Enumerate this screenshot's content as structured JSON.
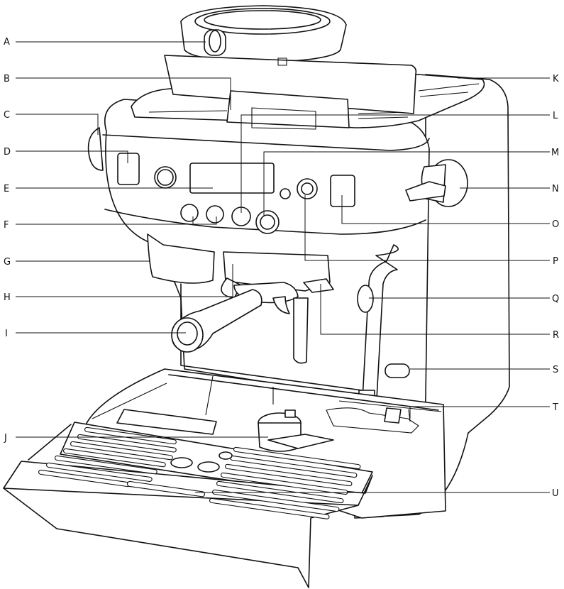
{
  "diagram": {
    "labels": [
      "A",
      "B",
      "C",
      "D",
      "E",
      "F",
      "G",
      "H",
      "I",
      "J",
      "K",
      "L",
      "M",
      "N",
      "O",
      "P",
      "Q",
      "R",
      "S",
      "T",
      "U"
    ]
  }
}
